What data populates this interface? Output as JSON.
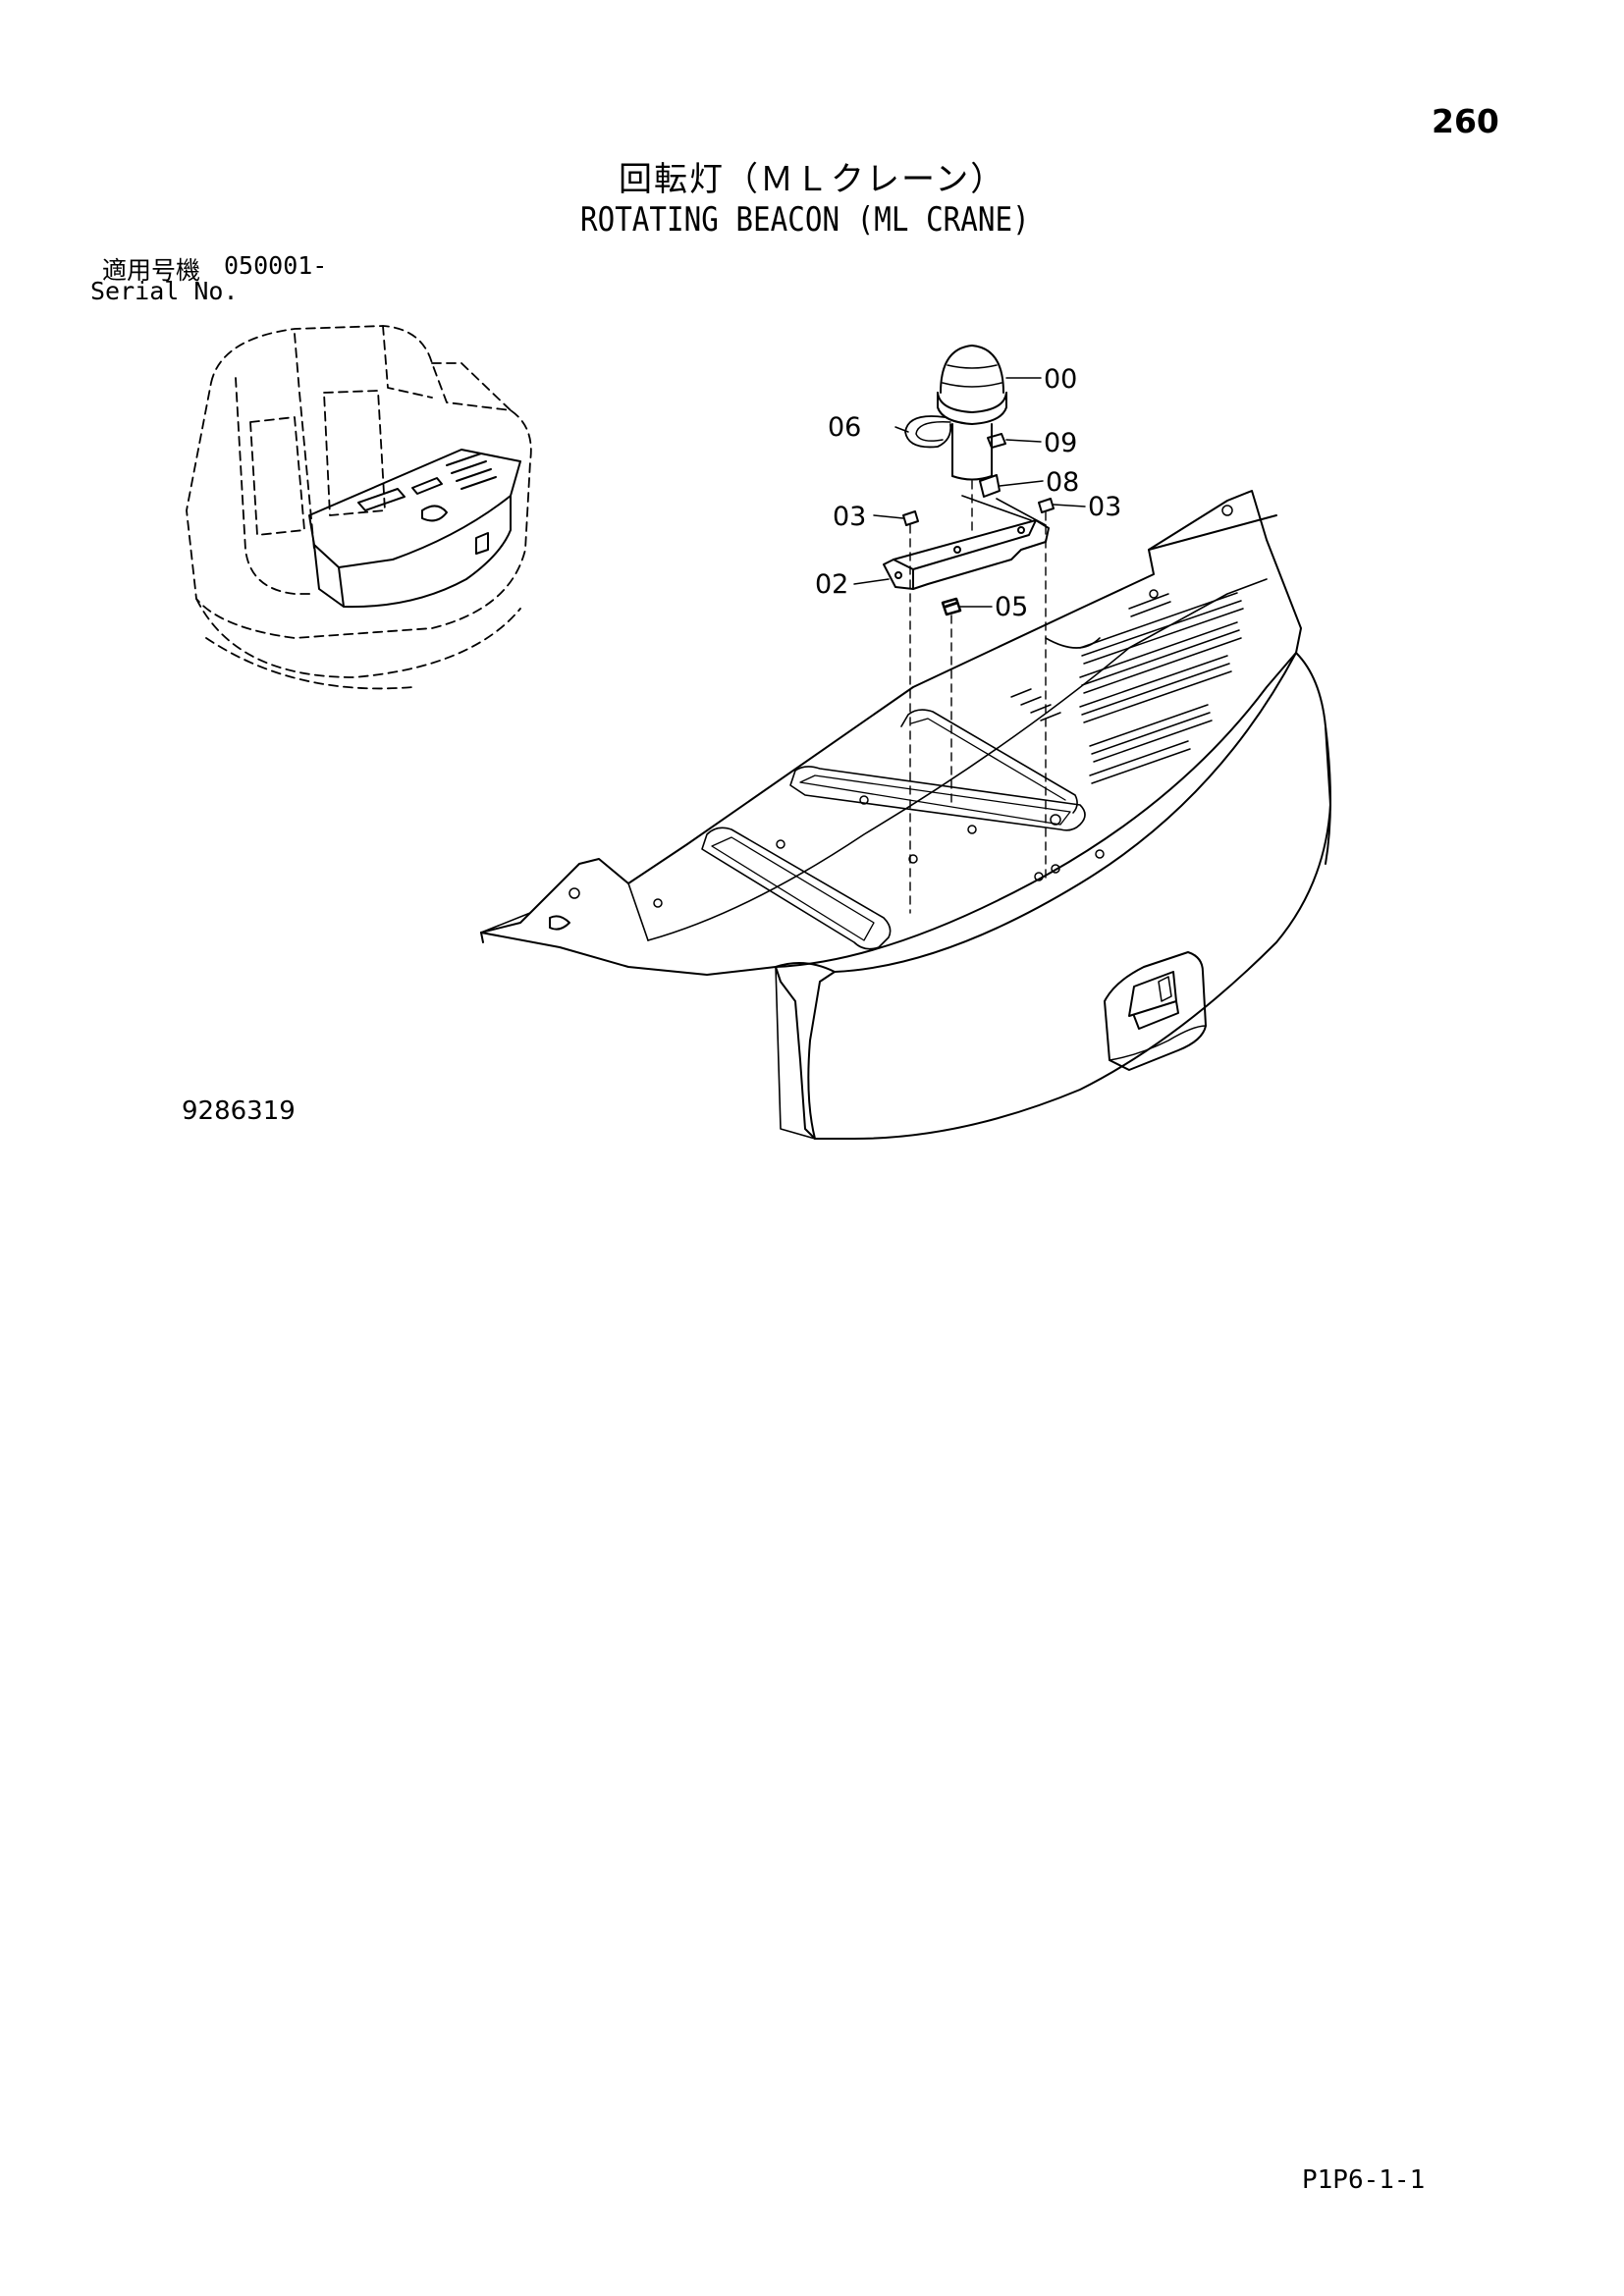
{
  "page_number": "260",
  "title_jp": "回転灯（ＭＬクレーン）",
  "title_en": "ROTATING BEACON (ML CRANE)",
  "serial": {
    "label_jp": "適用号機",
    "label_en": "Serial No.",
    "value": "050001-"
  },
  "callouts": [
    "00",
    "06",
    "09",
    "08",
    "03",
    "03",
    "02",
    "05"
  ],
  "drawing_number": "9286319",
  "page_code": "P1P6-1-1"
}
